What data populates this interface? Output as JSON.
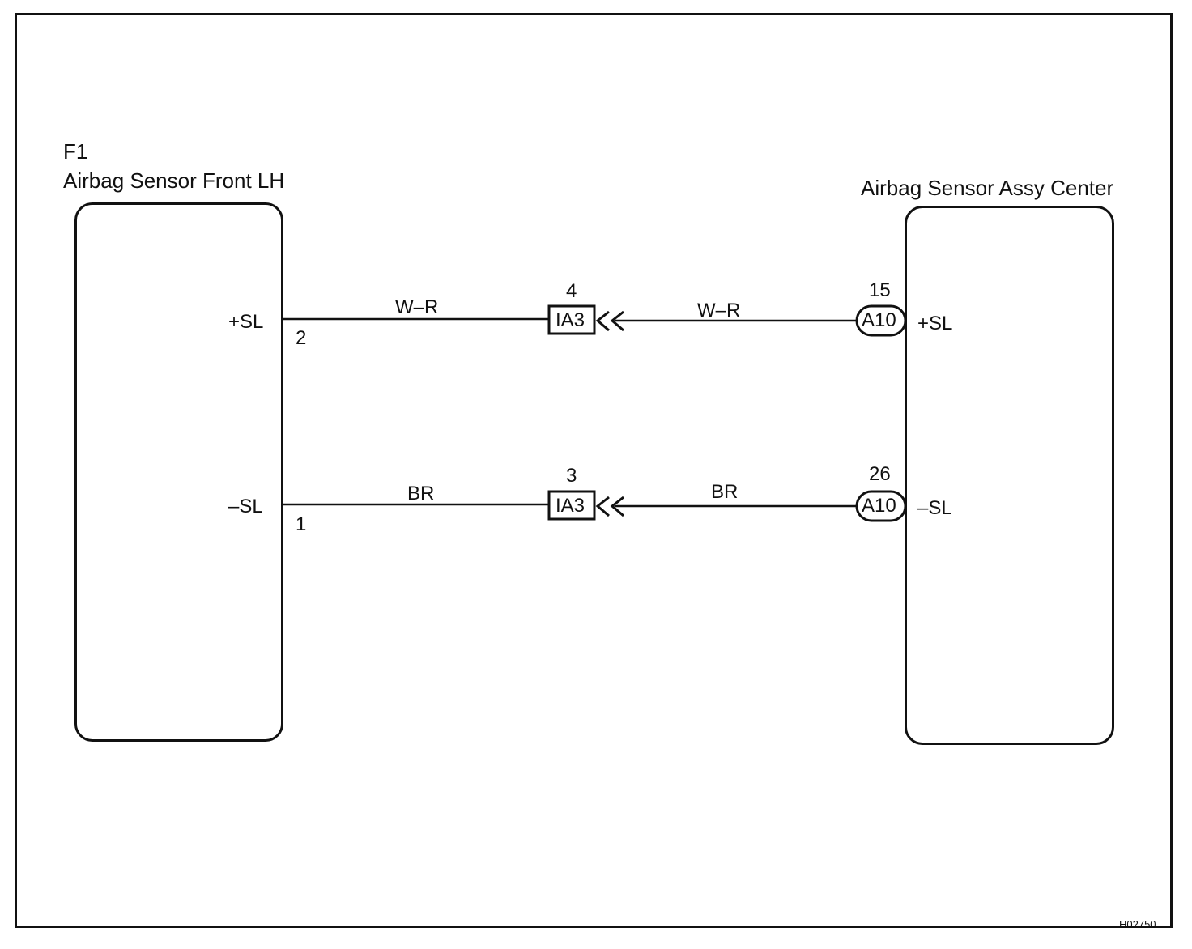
{
  "left_component": {
    "code": "F1",
    "name": "Airbag Sensor Front LH",
    "terminals": [
      {
        "label": "+SL",
        "pin": "2"
      },
      {
        "label": "–SL",
        "pin": "1"
      }
    ]
  },
  "right_component": {
    "name": "Airbag Sensor Assy Center",
    "connector": "A10",
    "terminals": [
      {
        "label": "+SL",
        "pin": "15"
      },
      {
        "label": "–SL",
        "pin": "26"
      }
    ]
  },
  "wires": [
    {
      "color_left": "W–R",
      "color_right": "W–R",
      "junction": "IA3",
      "junction_pin": "4"
    },
    {
      "color_left": "BR",
      "color_right": "BR",
      "junction": "IA3",
      "junction_pin": "3"
    }
  ],
  "figure_code": "H02750"
}
